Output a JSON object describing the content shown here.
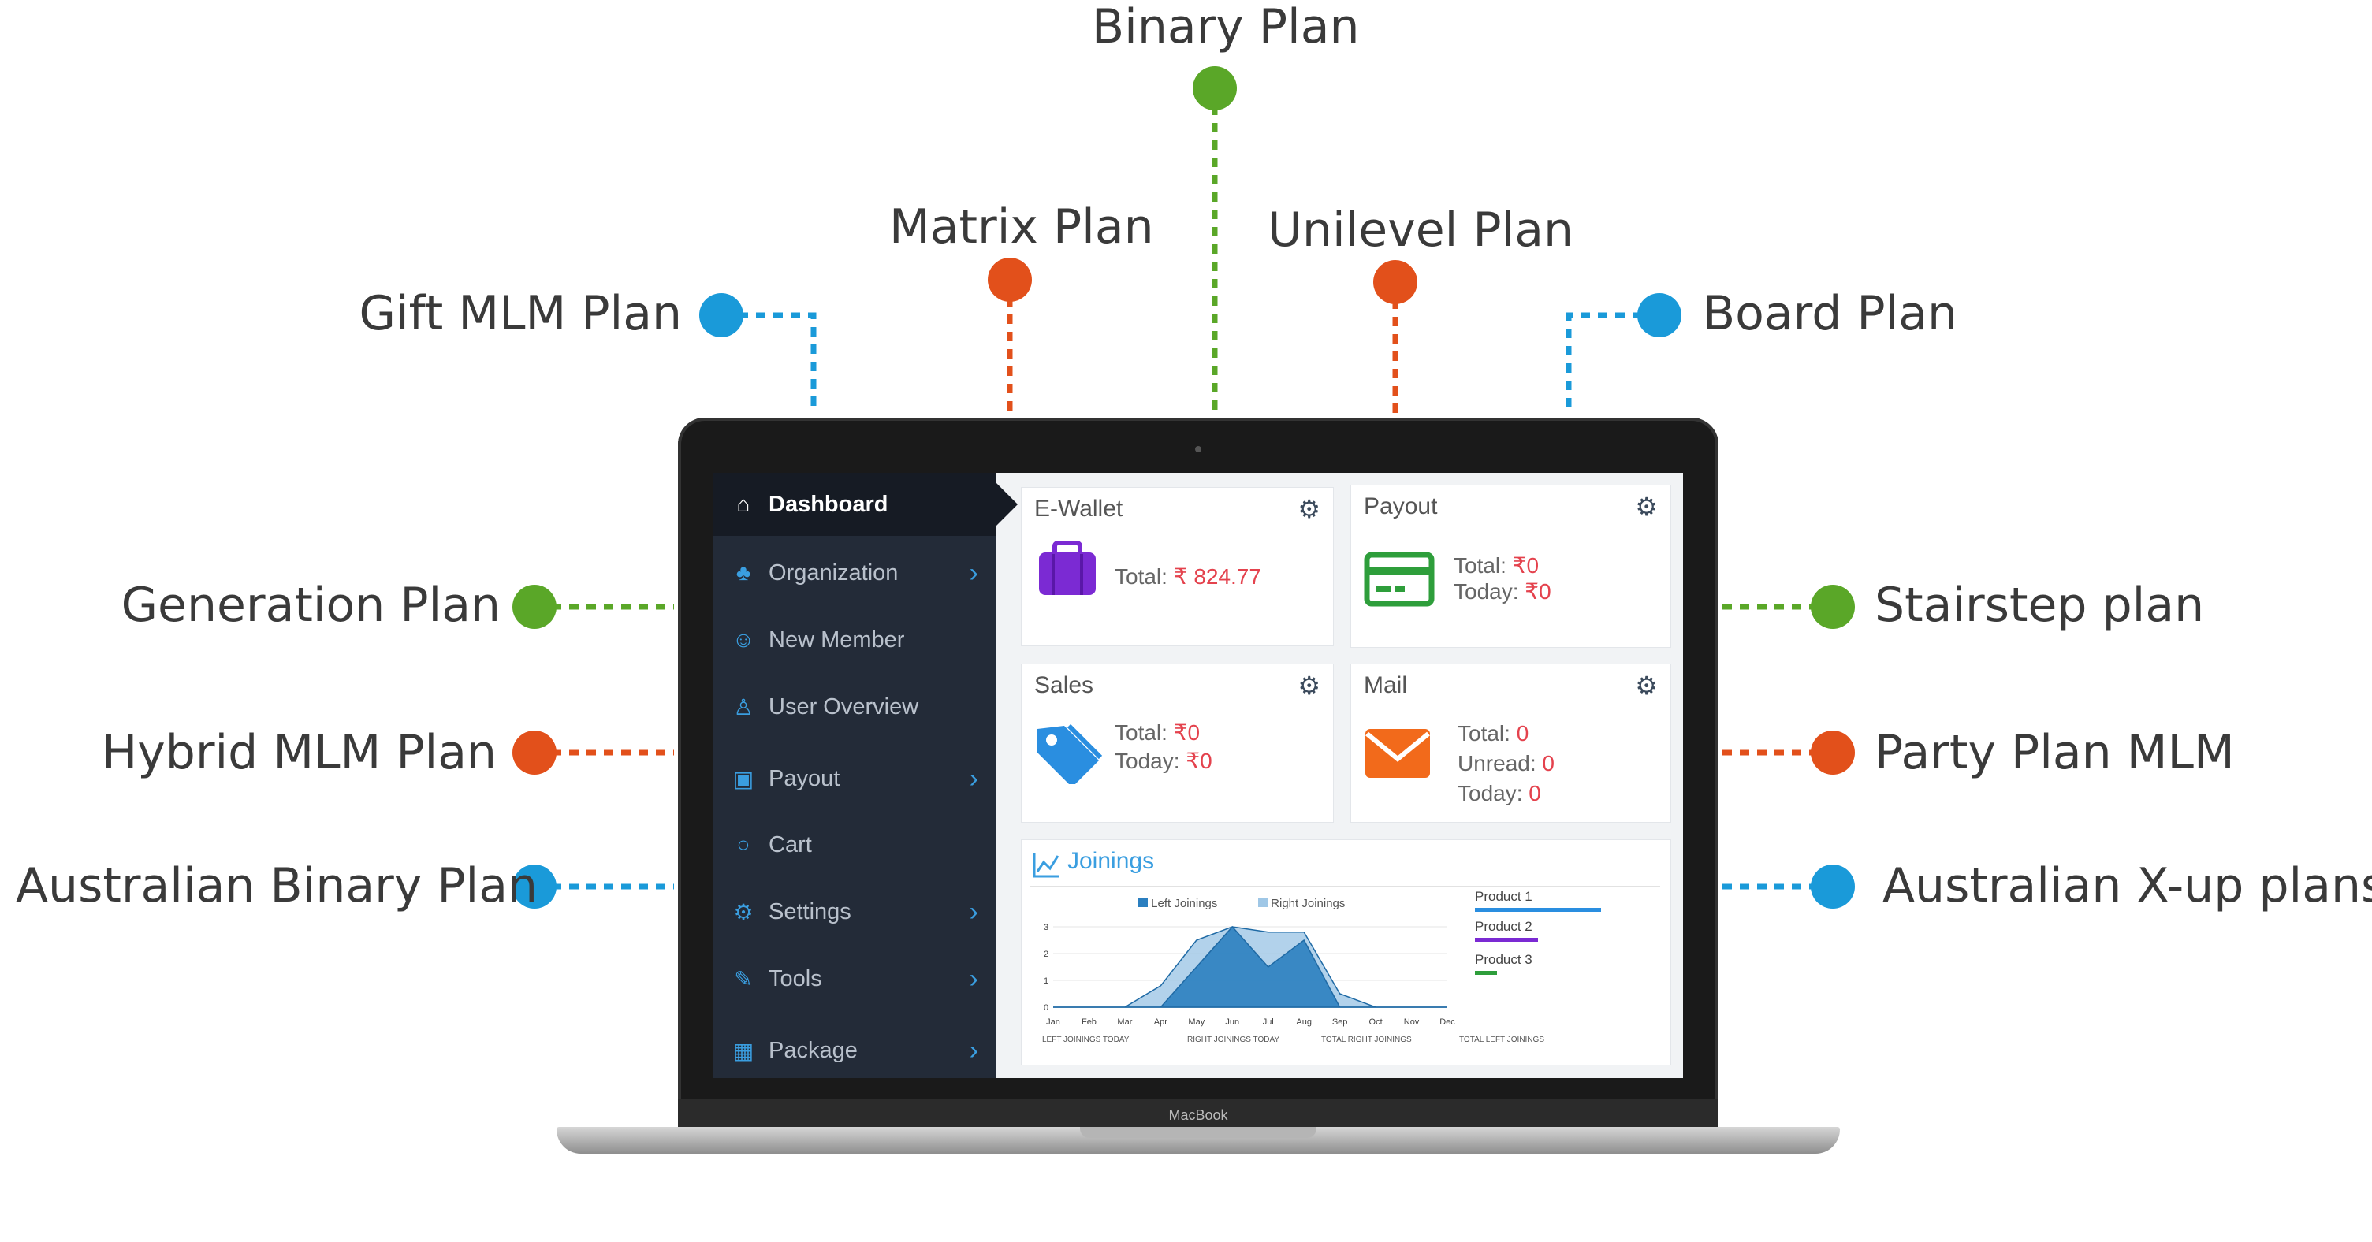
{
  "plans": {
    "binary": "Binary Plan",
    "matrix": "Matrix Plan",
    "unilevel": "Unilevel Plan",
    "gift": "Gift MLM Plan",
    "board": "Board Plan",
    "generation": "Generation Plan",
    "hybrid": "Hybrid MLM Plan",
    "australian_binary": "Australian Binary Plan",
    "stairstep": "Stairstep plan",
    "party": "Party Plan MLM",
    "australian_xup": "Australian X-up plans"
  },
  "colors": {
    "green": "#5aa728",
    "orange": "#e2501b",
    "blue": "#1a9ad9"
  },
  "sidebar": {
    "items": [
      {
        "label": "Dashboard",
        "icon": "home-icon"
      },
      {
        "label": "Organization",
        "icon": "sitemap-icon"
      },
      {
        "label": "New Member",
        "icon": "add-user-icon"
      },
      {
        "label": "User Overview",
        "icon": "user-icon"
      },
      {
        "label": "Payout",
        "icon": "money-icon"
      },
      {
        "label": "Cart",
        "icon": "circle-icon"
      },
      {
        "label": "Settings",
        "icon": "gear-icon"
      },
      {
        "label": "Tools",
        "icon": "wrench-icon"
      },
      {
        "label": "Package",
        "icon": "grid-icon"
      }
    ]
  },
  "cards": {
    "ewallet": {
      "title": "E-Wallet",
      "total_label": "Total:",
      "total_value": "₹ 824.77"
    },
    "payout": {
      "title": "Payout",
      "total_label": "Total:",
      "total_value": "₹0",
      "today_label": "Today:",
      "today_value": "₹0"
    },
    "sales": {
      "title": "Sales",
      "total_label": "Total:",
      "total_value": "₹0",
      "today_label": "Today:",
      "today_value": "₹0"
    },
    "mail": {
      "title": "Mail",
      "total_label": "Total:",
      "total_value": "0",
      "unread_label": "Unread:",
      "unread_value": "0",
      "today_label": "Today:",
      "today_value": "0"
    }
  },
  "joinings": {
    "title": "Joinings",
    "legend": [
      "Left Joinings",
      "Right Joinings"
    ],
    "products": [
      "Product 1",
      "Product 2",
      "Product 3"
    ],
    "footer": [
      "LEFT JOININGS TODAY",
      "RIGHT JOININGS TODAY",
      "TOTAL RIGHT JOININGS",
      "TOTAL LEFT JOININGS"
    ]
  },
  "chart_data": {
    "type": "area",
    "categories": [
      "Jan",
      "Feb",
      "Mar",
      "Apr",
      "May",
      "Jun",
      "Jul",
      "Aug",
      "Sep",
      "Oct",
      "Nov",
      "Dec"
    ],
    "ylim": [
      0,
      3
    ],
    "yticks": [
      0,
      1,
      2,
      3
    ],
    "series": [
      {
        "name": "Left Joinings",
        "values": [
          0,
          0,
          0,
          0,
          1.5,
          3,
          1.5,
          2.5,
          0,
          0,
          0,
          0
        ]
      },
      {
        "name": "Right Joinings",
        "values": [
          0,
          0,
          0,
          0.8,
          2.5,
          3,
          2.8,
          2.8,
          0.5,
          0,
          0,
          0
        ]
      }
    ]
  },
  "laptop": {
    "brand": "MacBook"
  }
}
